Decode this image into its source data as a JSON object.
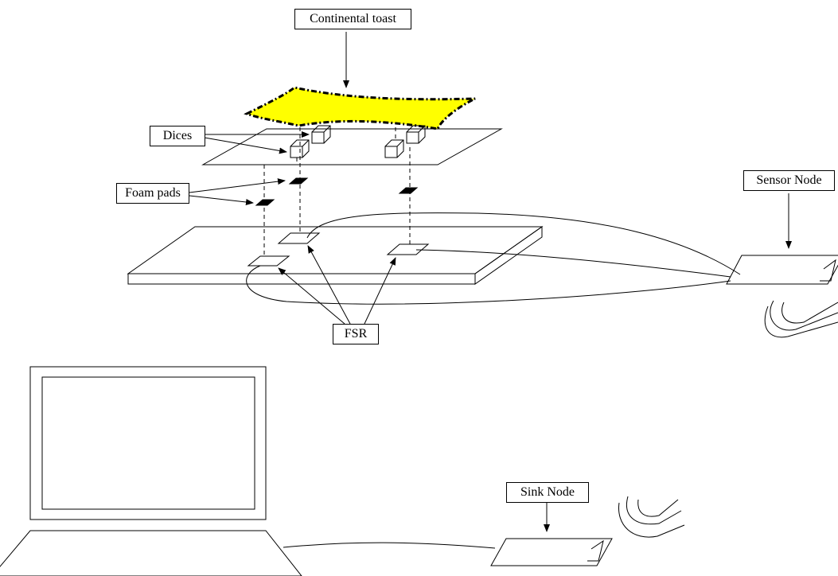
{
  "labels": {
    "toast": "Continental toast",
    "dices": "Dices",
    "foam_pads": "Foam pads",
    "sensor_node": "Sensor Node",
    "fsr": "FSR",
    "sink_node": "Sink Node"
  },
  "colors": {
    "toast_fill": "#ffff00",
    "line": "#000000",
    "background": "#ffffff"
  }
}
